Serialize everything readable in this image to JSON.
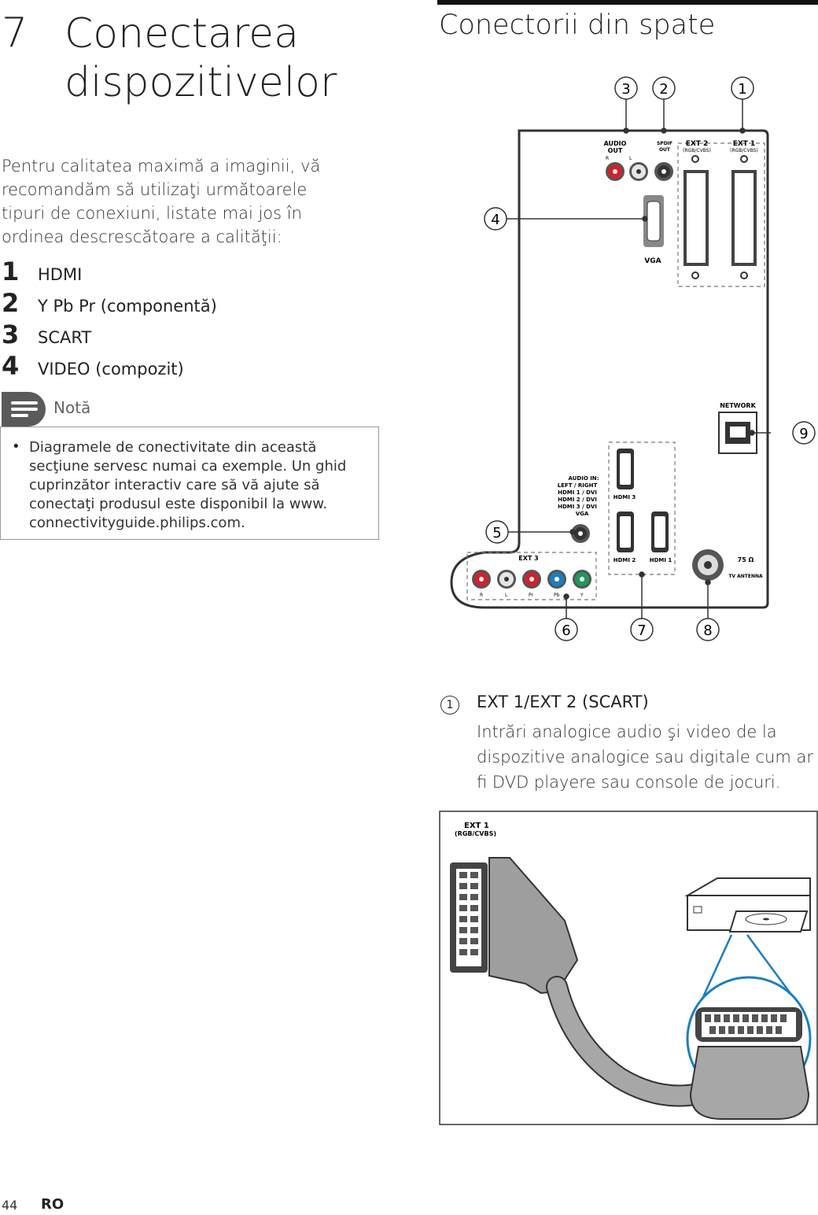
{
  "chapter": {
    "number": "7",
    "title": "Conectarea dispozitivelor"
  },
  "intro": "Pentru calitatea maximă a imaginii, vă recomandăm să utilizaţi următoarele tipuri de conexiuni, listate mai jos în ordinea descrescătoare a calităţii:",
  "quality_list": [
    {
      "num": "1",
      "label": "HDMI"
    },
    {
      "num": "2",
      "label": "Y Pb Pr (componentă)"
    },
    {
      "num": "3",
      "label": "SCART"
    },
    {
      "num": "4",
      "label": "VIDEO (compozit)"
    }
  ],
  "note": {
    "label": "Notă",
    "bullet": "•",
    "text": "Diagramele de conectivitate din această secţiune servesc numai ca exemple. Un ghid cuprinzător interactiv care să vă ajute să conectaţi produsul este disponibil la www. connectivityguide.philips.com."
  },
  "section_title": "Conectorii din spate",
  "diagram": {
    "callouts": [
      "1",
      "2",
      "3",
      "4",
      "5",
      "6",
      "7",
      "8",
      "9"
    ],
    "labels": {
      "audio_out": "AUDIO",
      "audio_out2": "OUT",
      "r": "R",
      "l": "L",
      "spdif": "SPDIF",
      "spdif_out": "OUT",
      "ext2": "EXT 2",
      "ext2_sub": "(RGB/CVBS)",
      "ext1": "EXT 1",
      "ext1_sub": "(RGB/CVBS)",
      "vga": "VGA",
      "network": "NETWORK",
      "audio_in_1": "AUDIO IN:",
      "audio_in_2": "LEFT / RIGHT",
      "audio_in_3": "HDMI 1 / DVI",
      "audio_in_4": "HDMI 2 / DVI",
      "audio_in_5": "HDMI 3 / DVI",
      "audio_in_6": "VGA",
      "hdmi3": "HDMI 3",
      "hdmi2": "HDMI 2",
      "hdmi1": "HDMI 1",
      "ext3": "EXT 3",
      "comp_r": "R",
      "comp_l": "L",
      "comp_pr": "Pr",
      "comp_pb": "Pb",
      "comp_y": "Y",
      "antenna_ohm": "75 Ω",
      "antenna": "TV ANTENNA"
    }
  },
  "item1": {
    "marker": "1",
    "title": "EXT 1/EXT 2 (SCART)",
    "desc": "Intrări analogice audio şi video de la dispozitive analogice sau digitale cum ar fi DVD playere sau console de jocuri."
  },
  "illustration": {
    "ext1": "EXT 1",
    "ext1_sub": "(RGB/CVBS)"
  },
  "colors": {
    "red": "#d4202a",
    "white": "#e6e6e6",
    "blue": "#1a7fc1",
    "green": "#1e9a5a",
    "cable": "#a7a7a7"
  },
  "footer": {
    "page": "44",
    "lang": "RO"
  }
}
